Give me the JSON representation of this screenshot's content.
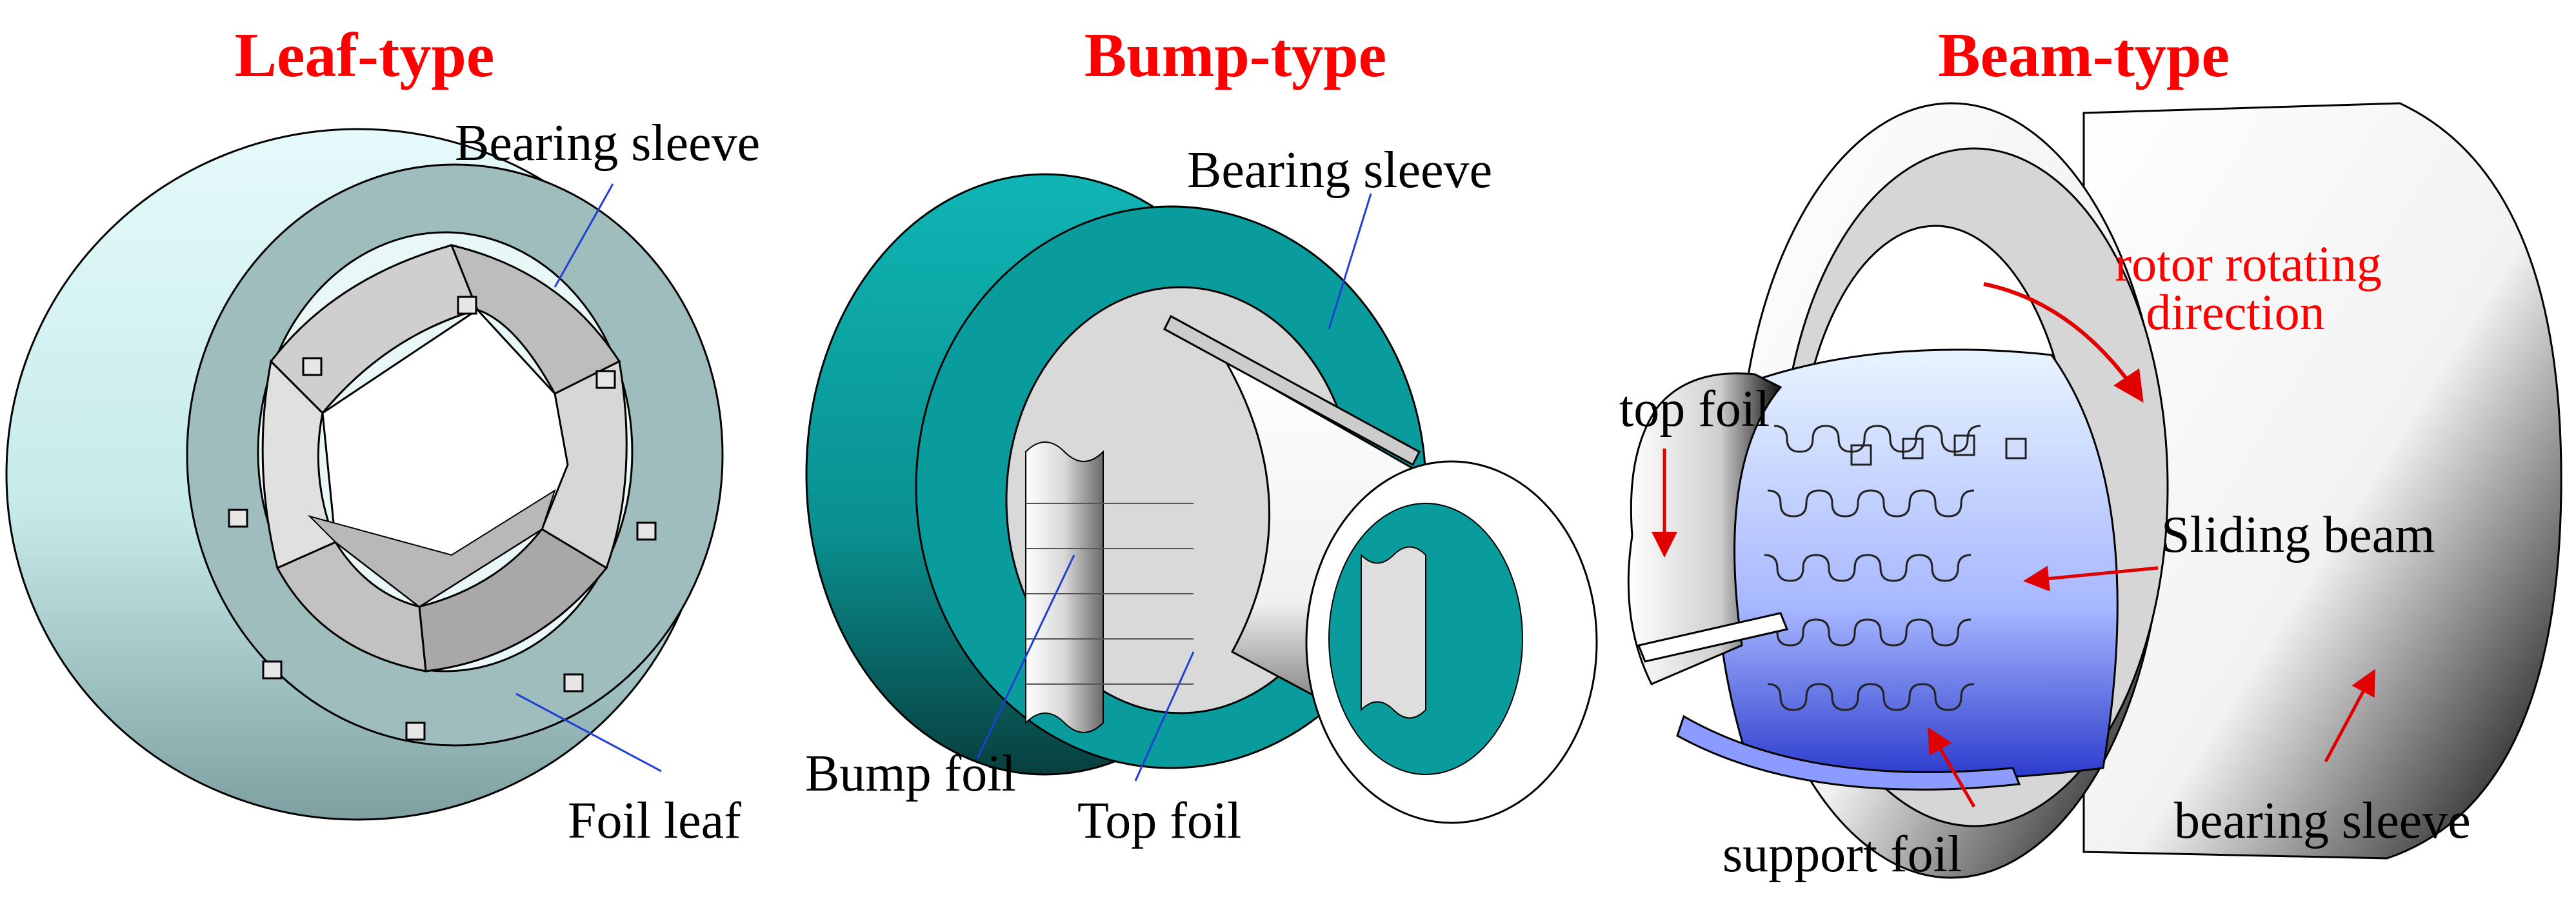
{
  "panels": [
    {
      "title": "Leaf-type",
      "labels": {
        "sleeve": "Bearing sleeve",
        "leaf": "Foil leaf"
      }
    },
    {
      "title": "Bump-type",
      "labels": {
        "sleeve": "Bearing sleeve",
        "bump": "Bump foil",
        "top": "Top foil"
      }
    },
    {
      "title": "Beam-type",
      "labels": {
        "rotor_line1": "rotor rotating",
        "rotor_line2": "direction",
        "top": "top foil",
        "sliding": "Sliding beam",
        "support": "support foil",
        "sleeve": "bearing sleeve"
      }
    }
  ],
  "colors": {
    "title": "#ff0000",
    "leaf_sleeve_outer": "#cdeeee",
    "leaf_sleeve_face": "#9fbdbd",
    "bump_sleeve": "#0a9c9c",
    "beam_support": "#5a6cf0",
    "callout_blue": "#1f3fd6",
    "callout_red": "#e00000"
  }
}
